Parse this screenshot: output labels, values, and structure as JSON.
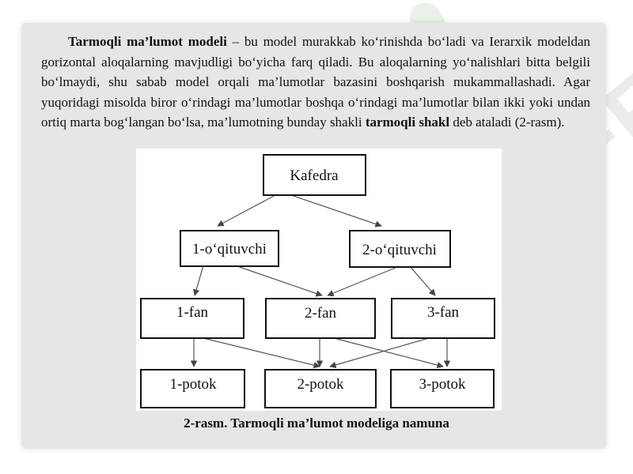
{
  "paragraph": {
    "lead_bold": "Tarmoqli ma’lumot modeli",
    "body_1": " – bu model murakkab ko‘rinishda bo‘ladi va Ierarxik modeldan gorizontal aloqalarning mavjudligi bo‘yicha farq qiladi. Bu aloqalarning yo‘nalishlari bitta belgili bo‘lmaydi, shu sabab model orqali ma’lumotlar bazasini boshqarish mukammallashadi. Agar yuqoridagi misolda biror o‘rindagi ma’lumotlar boshqa o‘rindagi ma’lumotlar bilan ikki yoki undan ortiq marta bog‘langan bo‘lsa, ma’lumotning bunday shakli ",
    "term_bold": "tarmoqli shakl",
    "body_2": " deb ataladi (2-rasm)."
  },
  "diagram": {
    "nodes": {
      "kafedra": "Kafedra",
      "teacher_1": "1-o‘qituvchi",
      "teacher_2": "2-o‘qituvchi",
      "fan_1": "1-fan",
      "fan_2": "2-fan",
      "fan_3": "3-fan",
      "potok_1": "1-potok",
      "potok_2": "2-potok",
      "potok_3": "3-potok"
    }
  },
  "caption": "2-rasm. Tarmoqli ma’lumot modeliga namuna",
  "colors": {
    "panel_bg": "#e6e6e6",
    "text": "#111111",
    "watermark": "#e9ece9"
  }
}
